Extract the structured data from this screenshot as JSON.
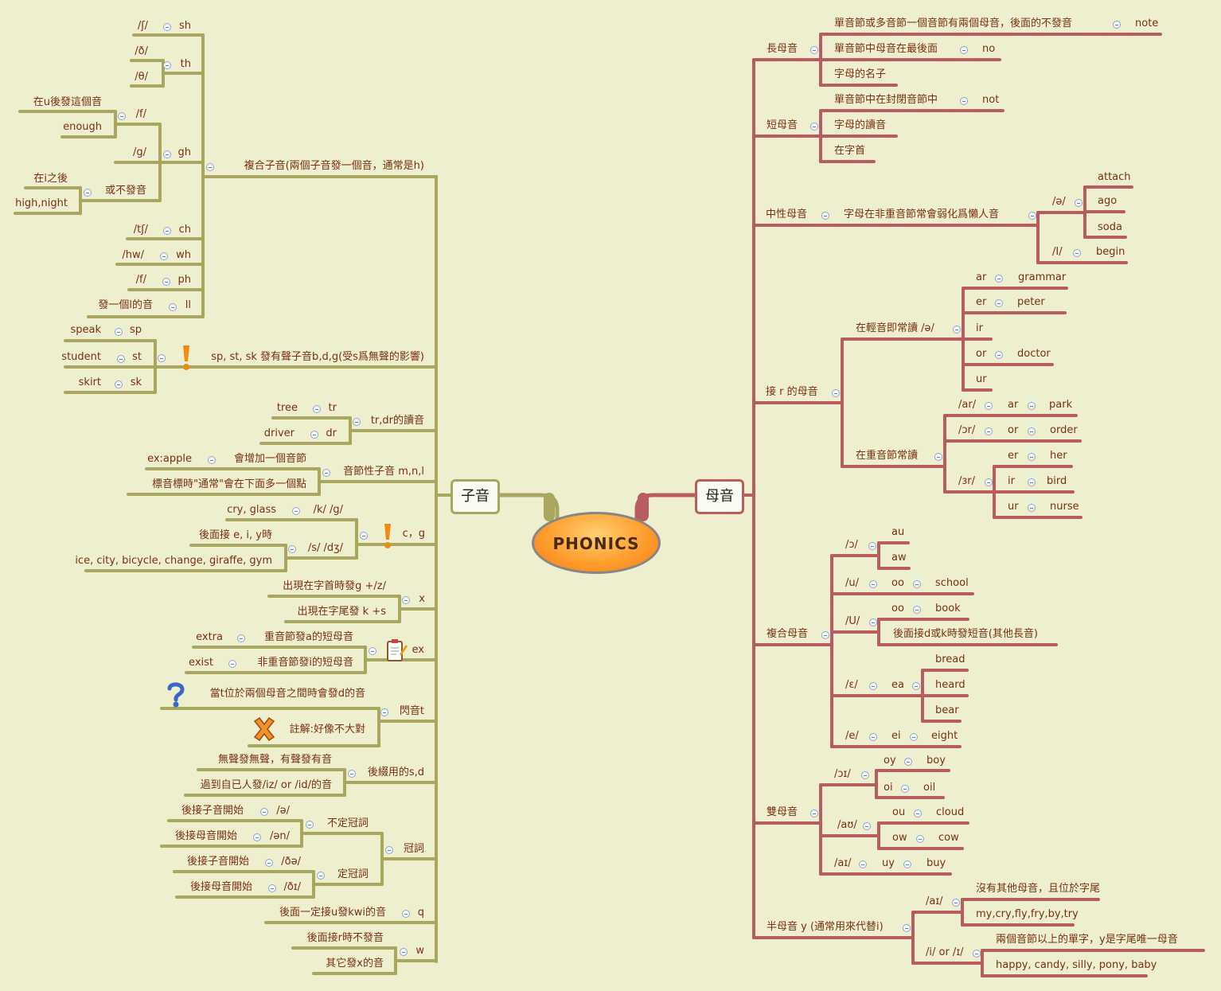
{
  "center": "PHONICS",
  "branches": {
    "consonants": "子音",
    "vowels": "母音"
  },
  "colors": {
    "consonant_line": "#a9a65e",
    "vowel_line": "#b75d62",
    "background": "#eeefcf",
    "center_fill": "#fe9e2f"
  },
  "consonant_topics": {
    "compound": {
      "label": "複合子音(兩個子音發一個音，通常是h)",
      "sh": [
        "/ʃ/",
        "sh"
      ],
      "th": [
        "/ð/",
        "/θ/",
        "th"
      ],
      "gh": {
        "label": "gh",
        "f": "/f/",
        "f_note": "在u後發這個音",
        "f_ex": "enough",
        "g": "/g/",
        "silent": "或不發音",
        "silent_note": "在i之後",
        "silent_ex": "high,night"
      },
      "ch": [
        "/tʃ/",
        "ch"
      ],
      "wh": [
        "/hw/",
        "wh"
      ],
      "ph": [
        "/f/",
        "ph"
      ],
      "ll": [
        "發一個l的音",
        "ll"
      ]
    },
    "sp_st_sk": {
      "label": "sp, st, sk 發有聲子音b,d,g(受s爲無聲的影響)",
      "items": [
        [
          "speak",
          "sp"
        ],
        [
          "student",
          "st"
        ],
        [
          "skirt",
          "sk"
        ]
      ]
    },
    "tr_dr": {
      "label": "tr,dr的讀音",
      "items": [
        [
          "tree",
          "tr"
        ],
        [
          "driver",
          "dr"
        ]
      ]
    },
    "syllabic": {
      "label": "音節性子音 m,n,l",
      "a": "會增加一個音節",
      "a_ex": "ex:apple",
      "b": "標音標時\"通常\"會在下面多一個點"
    },
    "cg": {
      "label": "c，g",
      "k": "/k/  /g/",
      "k_ex": "cry, glass",
      "s": "/s/  /dʒ/",
      "s_note": "後面接 e, i, y時",
      "s_ex": "ice, city, bicycle,  change, giraffe, gym"
    },
    "x": {
      "label": "x",
      "a": "出現在字首時發g +/z/",
      "b": "出現在字尾發 k +s"
    },
    "ex": {
      "label": "ex",
      "a": "重音節發a的短母音",
      "a_ex": "extra",
      "b": "非重音節發i的短母音",
      "b_ex": "exist"
    },
    "flap": {
      "label": "閃音t",
      "a": "當t位於兩個母音之間時會發d的音",
      "b": "註解:好像不大對"
    },
    "suffix": {
      "label": "後綴用的s,d",
      "a": "無聲發無聲，有聲發有音",
      "b": "過到自已人發/iz/ or /id/的音"
    },
    "article": {
      "label": "冠詞",
      "indef": "不定冠詞",
      "i1": "/ə/",
      "i1n": "後接子音開始",
      "i2": "/ən/",
      "i2n": "後接母音開始",
      "def": "定冠詞",
      "d1": "/ðə/",
      "d1n": "後接子音開始",
      "d2": "/ðɪ/",
      "d2n": "後接母音開始"
    },
    "q": {
      "label": "q",
      "a": "後面一定接u發kwi的音"
    },
    "w": {
      "label": "w",
      "a": "後面接r時不發音",
      "b": "其它發x的音"
    }
  },
  "vowel_topics": {
    "long": {
      "label": "長母音",
      "a": "單音節或多音節一個音節有兩個母音，後面的不發音",
      "a_ex": "note",
      "b": "單音節中母音在最後面",
      "b_ex": "no",
      "c": "字母的名子"
    },
    "short": {
      "label": "短母音",
      "a": "單音節中在封閉音節中",
      "a_ex": "not",
      "b": "字母的讀音",
      "c": "在字首"
    },
    "neutral": {
      "label": "中性母音",
      "desc": "字母在非重音節常會弱化爲懶人音",
      "schwa": "/ə/",
      "schwa_ex": [
        "attach",
        "ago",
        "soda"
      ],
      "i": "/I/",
      "i_ex": "begin"
    },
    "r": {
      "label": "接 r 的母音",
      "light": "在輕音即常讀 /ə/",
      "light_items": [
        [
          "ar",
          "grammar"
        ],
        [
          "er",
          "peter"
        ],
        [
          "ir",
          ""
        ],
        [
          "or",
          "doctor"
        ],
        [
          "ur",
          ""
        ]
      ],
      "stress": "在重音節常讀",
      "ar_ipa": "/ar/",
      "ar_items": [
        "ar",
        "park"
      ],
      "or_ipa": "/ɔr/",
      "or_items": [
        "or",
        "order"
      ],
      "er_ipa": "/ɜr/",
      "er_items": [
        [
          "er",
          "her"
        ],
        [
          "ir",
          "bird"
        ],
        [
          "ur",
          "nurse"
        ]
      ]
    },
    "complex": {
      "label": "複合母音",
      "o": "/ɔ/",
      "o_ex": [
        "au",
        "aw"
      ],
      "u": "/u/",
      "u_sp": "oo",
      "u_ex": "school",
      "U": "/U/",
      "U_sp": "oo",
      "U_ex": "book",
      "U_note": "後面接d或k時發短音(其他長音)",
      "e": "/ɛ/",
      "e_sp": "ea",
      "e_ex": [
        "bread",
        "heard",
        "bear"
      ],
      "ei": "/e/",
      "ei_sp": "ei",
      "ei_ex": "eight"
    },
    "diph": {
      "label": "雙母音",
      "oi": "/ɔɪ/",
      "oi_items": [
        [
          "oy",
          "boy"
        ],
        [
          "oi",
          "oil"
        ]
      ],
      "au": "/aʊ/",
      "au_items": [
        [
          "ou",
          "cloud"
        ],
        [
          "ow",
          "cow"
        ]
      ],
      "ai": "/aɪ/",
      "ai_items": [
        "uy",
        "buy"
      ]
    },
    "semi": {
      "label": "半母音 y (通常用來代替i)",
      "ai": "/aɪ/",
      "ai_note": "沒有其他母音，且位於字尾",
      "ai_ex": "my,cry,fly,fry,by,try",
      "i": "/i/ or /ɪ/",
      "i_note": "兩個音節以上的單字，y是字尾唯一母音",
      "i_ex": "happy, candy, silly, pony, baby"
    }
  }
}
